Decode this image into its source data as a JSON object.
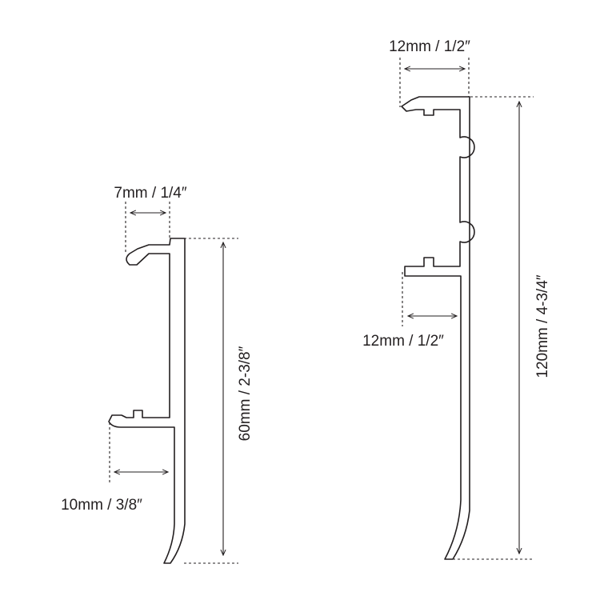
{
  "small_profile": {
    "top_dimension": "7mm / 1/4″",
    "height_dimension": "60mm / 2-3/8″",
    "bottom_dimension": "10mm / 3/8″"
  },
  "large_profile": {
    "top_dimension": "12mm / 1/2″",
    "middle_dimension": "12mm / 1/2″",
    "height_dimension": "120mm / 4-3/4″"
  }
}
